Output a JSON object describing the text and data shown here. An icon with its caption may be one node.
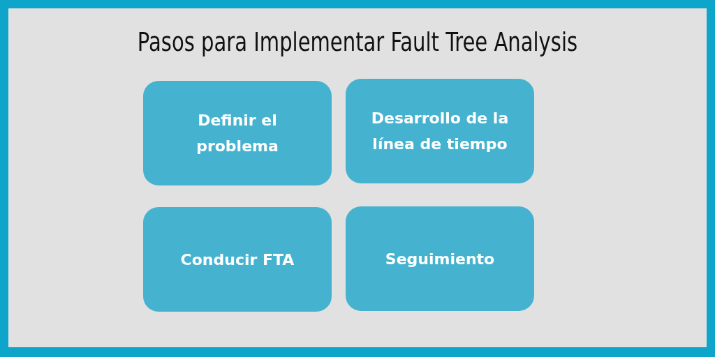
{
  "diagram": {
    "title": "Pasos para Implementar Fault Tree Analysis",
    "nodes": [
      {
        "text": [
          "Definir el problema"
        ]
      },
      {
        "text": [
          "Desarrollo de la línea de tiempo"
        ]
      },
      {
        "text": [
          "Conducir FTA"
        ]
      },
      {
        "text": [
          "Seguimiento"
        ]
      }
    ]
  }
}
